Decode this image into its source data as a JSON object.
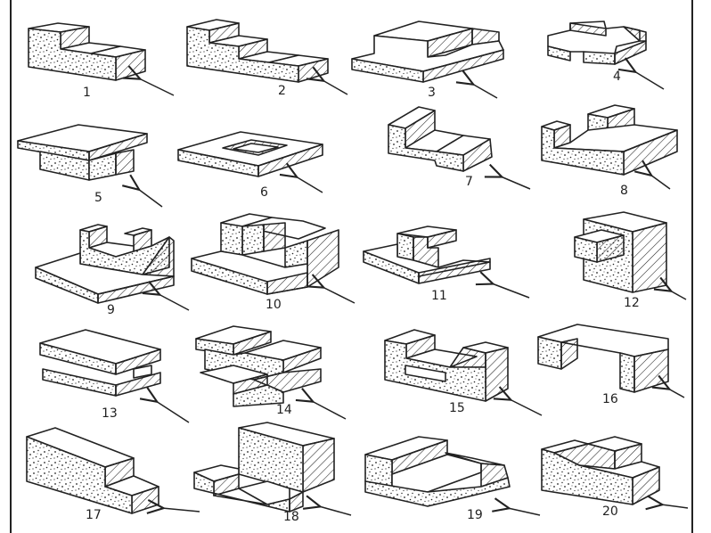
{
  "sheet": {
    "stroke_color": "#1a1a1a",
    "paper_color": "#ffffff",
    "view_direction_icon": "arrow-icon"
  },
  "figures": [
    {
      "label": "1"
    },
    {
      "label": "2"
    },
    {
      "label": "3"
    },
    {
      "label": "4"
    },
    {
      "label": "5"
    },
    {
      "label": "6"
    },
    {
      "label": "7"
    },
    {
      "label": "8"
    },
    {
      "label": "9"
    },
    {
      "label": "10"
    },
    {
      "label": "11"
    },
    {
      "label": "12"
    },
    {
      "label": "13"
    },
    {
      "label": "14"
    },
    {
      "label": "15"
    },
    {
      "label": "16"
    },
    {
      "label": "17"
    },
    {
      "label": "18"
    },
    {
      "label": "19"
    },
    {
      "label": "20"
    }
  ]
}
